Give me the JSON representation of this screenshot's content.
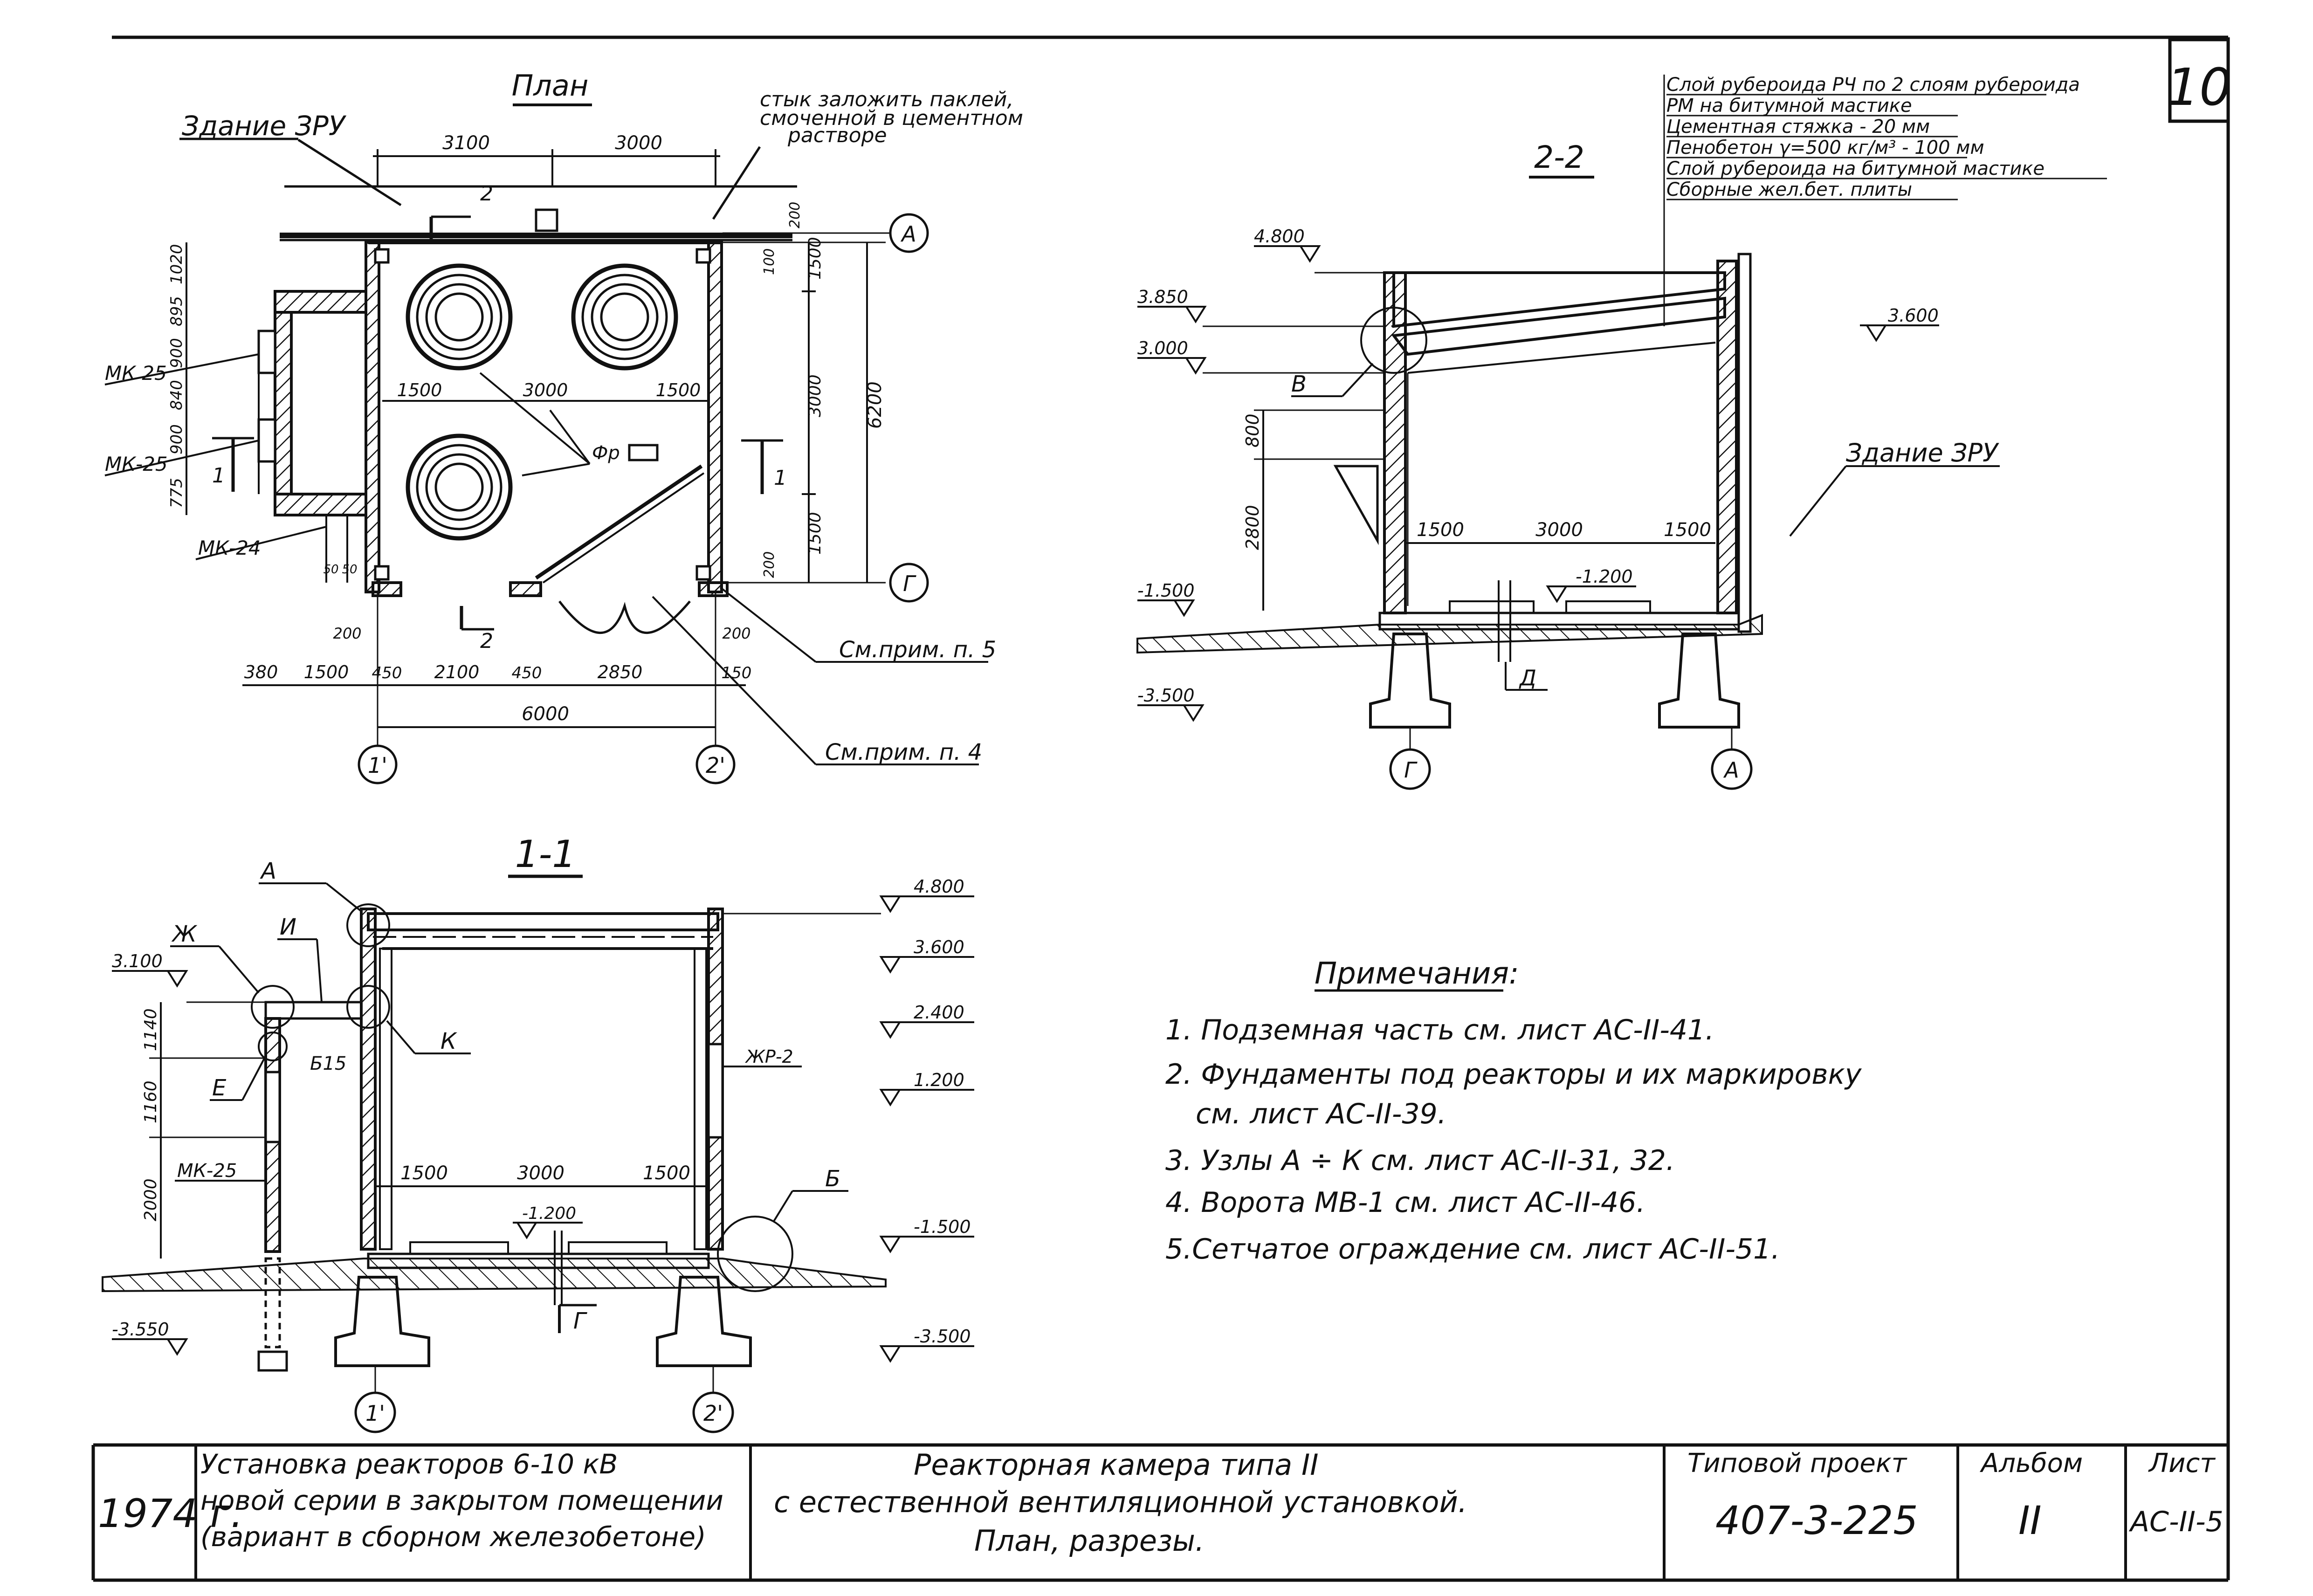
{
  "sheet_number": "10",
  "plan": {
    "title": "План",
    "building_label": "Здание ЗРУ",
    "joint_note": [
      "стык заложить паклей,",
      "смоченной в цементном",
      "растворе"
    ],
    "dims_top": [
      "3100",
      "3000"
    ],
    "dims_inner": [
      "1500",
      "3000",
      "1500"
    ],
    "dims_right": [
      "1500",
      "3000",
      "1500",
      "6200",
      "200",
      "100",
      "200"
    ],
    "dims_left": [
      "1020",
      "895",
      "900",
      "840",
      "900",
      "775"
    ],
    "dims_bottom": [
      "380",
      "1500",
      "450",
      "2100",
      "450",
      "2850",
      "150",
      "6000",
      "200",
      "200",
      "50",
      "50"
    ],
    "labels": {
      "mk25a": "МК 25",
      "mk25b": "МК-25",
      "mk24": "МК-24",
      "fr": "Фр",
      "cut2": "2",
      "cut1": "1",
      "see5": "См.прим. п. 5",
      "see4": "См.прим. п. 4"
    },
    "axes": {
      "a": "А",
      "g": "Г",
      "one": "1'",
      "two": "2'"
    }
  },
  "section22": {
    "title": "2-2",
    "layers": [
      "Слой рубероида РЧ по 2 слоям рубероида",
      "РМ на битумной мастике",
      "Цементная стяжка - 20 мм",
      "Пенобетон γ=500 кг/м³ - 100 мм",
      "Слой рубероида на битумной мастике",
      "Сборные жел.бет. плиты"
    ],
    "levels": [
      "4.800",
      "3.850",
      "3.000",
      "3.600",
      "-1.500",
      "-3.500",
      "-1.200"
    ],
    "dims": [
      "800",
      "2800",
      "1500",
      "3000",
      "1500"
    ],
    "labels": {
      "v": "В",
      "d": "Д",
      "building": "Здание ЗРУ"
    },
    "axes": {
      "g": "Г",
      "a": "А"
    }
  },
  "section11": {
    "title": "1-1",
    "levels": [
      "4.800",
      "3.600",
      "2.400",
      "1.200",
      "3.100",
      "-1.500",
      "-3.550",
      "-3.500",
      "-1.200"
    ],
    "dims": [
      "1140",
      "1160",
      "2000",
      "1500",
      "3000",
      "1500"
    ],
    "labels": {
      "a": "А",
      "i": "И",
      "zh": "Ж",
      "k": "К",
      "e": "Е",
      "b515": "Б15",
      "mk25": "МК-25",
      "zhr2": "ЖР-2",
      "b": "Б",
      "g": "Г"
    },
    "axes": {
      "one": "1'",
      "two": "2'"
    }
  },
  "notes": {
    "title": "Примечания:",
    "items": [
      "1. Подземная часть см. лист АС-II-41.",
      "2. Фундаменты под реакторы и их маркировку",
      "см. лист АС-II-39.",
      "3. Узлы А ÷ К см. лист АС-II-31, 32.",
      "4. Ворота МВ-1 см. лист АС-II-46.",
      "5.Сетчатое ограждение см. лист АС-II-51."
    ]
  },
  "title_block": {
    "year": "1974 г.",
    "project_desc": [
      "Установка реакторов 6-10 кВ",
      "новой серии в закрытом помещении",
      "(вариант в сборном железобетоне)"
    ],
    "drawing_title": [
      "Реакторная камера типа II",
      "с естественной вентиляционной установкой.",
      "План, разрезы."
    ],
    "typical_project_label": "Типовой проект",
    "typical_project_value": "407-3-225",
    "album_label": "Альбом",
    "album_value": "II",
    "sheet_label": "Лист",
    "sheet_value": "АС-II-5"
  }
}
